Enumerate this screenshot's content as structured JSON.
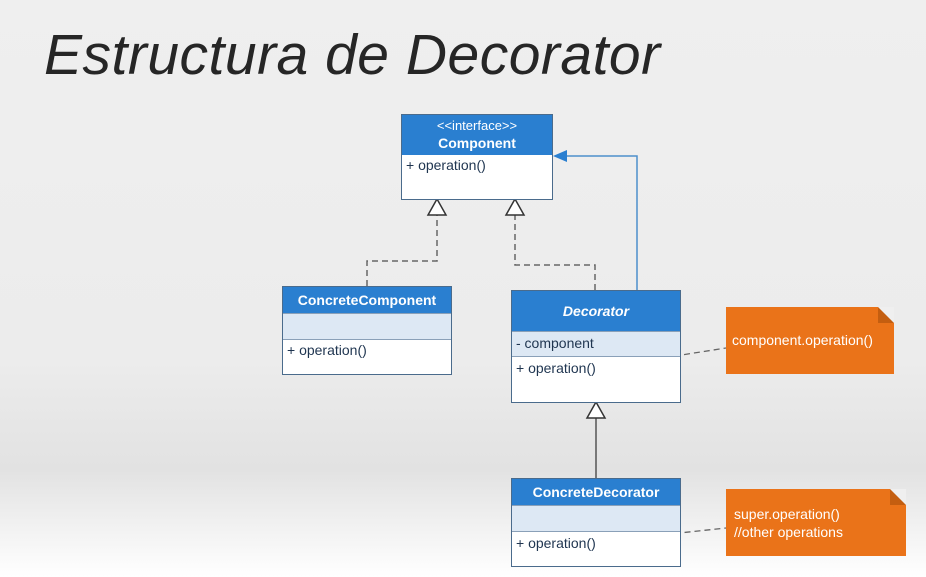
{
  "title": "Estructura de Decorator",
  "component": {
    "stereotype": "<<interface>>",
    "name": "Component",
    "operation": "+ operation()"
  },
  "concrete_component": {
    "name": "ConcreteComponent",
    "operation": "+ operation()"
  },
  "decorator": {
    "name": "Decorator",
    "field": "- component",
    "operation": "+ operation()"
  },
  "concrete_decorator": {
    "name": "ConcreteDecorator",
    "operation": "+ operation()"
  },
  "notes": {
    "decorator_note": "component.operation()",
    "concrete_decorator_note_line1": "super.operation()",
    "concrete_decorator_note_line2": "//other operations"
  },
  "colors": {
    "header_blue": "#2a7fd0",
    "note_orange": "#ea7319",
    "line_blue": "#4d8fcc"
  }
}
